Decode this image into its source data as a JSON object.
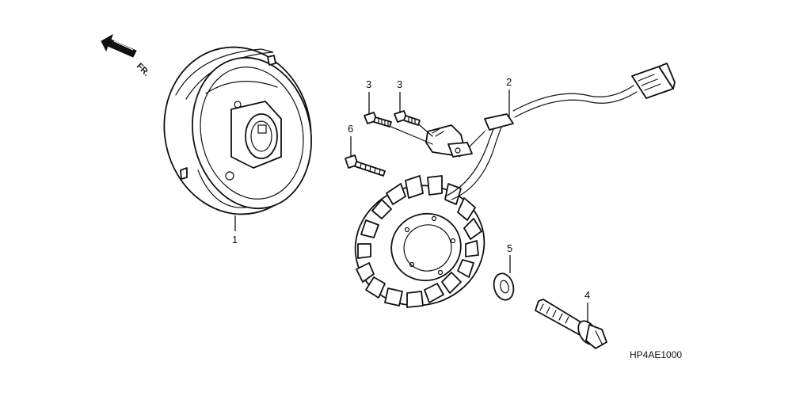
{
  "diagram_code": "HP4AE1000",
  "direction_label": "FR.",
  "callouts": [
    {
      "part": "flywheel",
      "number": "1"
    },
    {
      "part": "stator-wire-harness",
      "number": "2"
    },
    {
      "part": "bolt-a",
      "number": "3"
    },
    {
      "part": "bolt-b",
      "number": "3"
    },
    {
      "part": "flange-bolt",
      "number": "4"
    },
    {
      "part": "washer",
      "number": "5"
    },
    {
      "part": "bolt-c",
      "number": "6"
    }
  ]
}
